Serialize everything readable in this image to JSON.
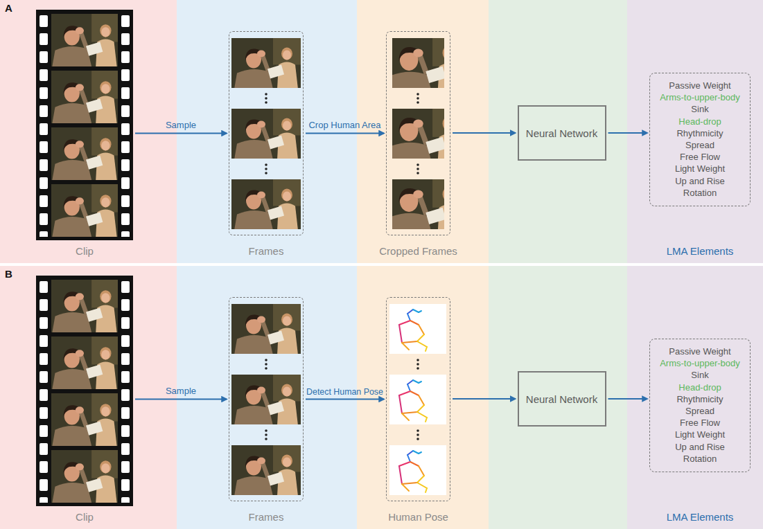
{
  "diagram": {
    "nodes": [
      {
        "text": [
          "A"
        ]
      },
      {
        "text": [
          "Clip"
        ],
        "in": 0
      },
      {
        "text": [
          "Frames"
        ],
        "in": 0
      },
      {
        "text": [
          "Cropped Frames"
        ],
        "in": 0
      },
      {
        "text": [
          "Neural Network"
        ],
        "in": 0
      },
      {
        "text": [
          "Passive Weight",
          "Arms-to-upper-body",
          "Sink",
          "Head-drop",
          "Rhythmicity",
          "Spread",
          "Free Flow",
          "Light Weight",
          "Up and Rise",
          "Rotation",
          "LMA Elements"
        ],
        "in": 0
      },
      {
        "text": [
          "B"
        ]
      },
      {
        "text": [
          "Clip"
        ],
        "in": 6
      },
      {
        "text": [
          "Frames"
        ],
        "in": 6
      },
      {
        "text": [
          "Human Pose"
        ],
        "in": 6
      },
      {
        "text": [
          "Neural Network"
        ],
        "in": 6
      },
      {
        "text": [
          "Passive Weight",
          "Arms-to-upper-body",
          "Sink",
          "Head-drop",
          "Rhythmicity",
          "Spread",
          "Free Flow",
          "Light Weight",
          "Up and Rise",
          "Rotation",
          "LMA Elements"
        ],
        "in": 6
      }
    ],
    "edges": [
      {
        "from": 1,
        "to": 2,
        "arrow": "to",
        "label": "Sample"
      },
      {
        "from": 2,
        "to": 3,
        "arrow": "to",
        "label": "Crop Human Area"
      },
      {
        "from": 3,
        "to": 4,
        "arrow": "to"
      },
      {
        "from": 4,
        "to": 5,
        "arrow": "to"
      },
      {
        "from": 7,
        "to": 8,
        "arrow": "to",
        "label": "Sample"
      },
      {
        "from": 8,
        "to": 9,
        "arrow": "to",
        "label": "Detect Human Pose"
      },
      {
        "from": 9,
        "to": 10,
        "arrow": "to"
      },
      {
        "from": 10,
        "to": 11,
        "arrow": "to"
      }
    ]
  }
}
